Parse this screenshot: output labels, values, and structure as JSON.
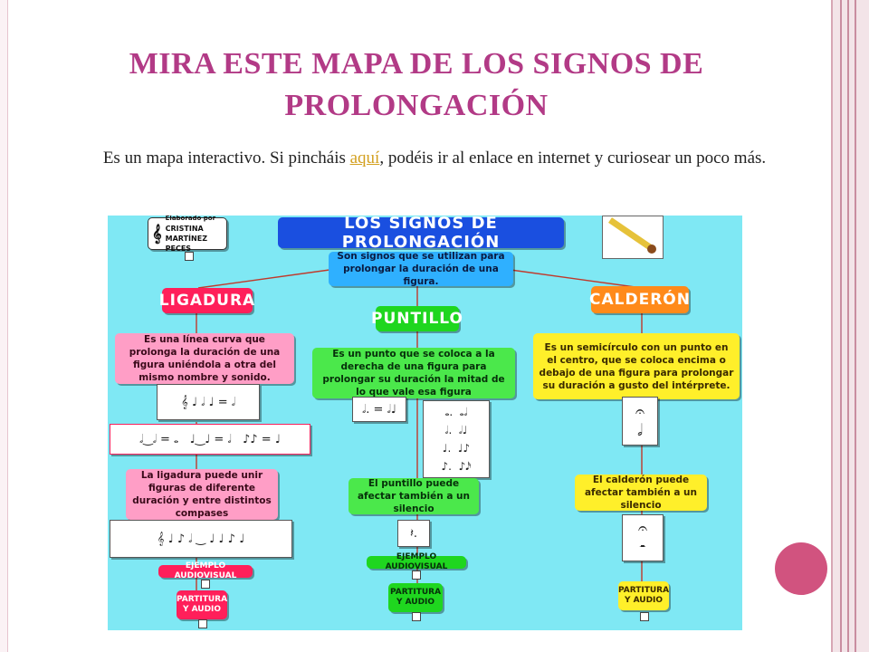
{
  "slide": {
    "title": "MIRA ESTE MAPA DE LOS SIGNOS DE PROLONGACIÓN",
    "text_before": "Es un mapa interactivo. Si pincháis ",
    "link_text": "aquí",
    "text_after": ", podéis ir al enlace en internet y curiosear un poco más."
  },
  "map": {
    "author_label": "Elaborado por",
    "author_name": "CRISTINA MARTÍNEZ PECES",
    "main_title": "LOS SIGNOS DE PROLONGACIÓN",
    "main_desc": "Son signos que se utilizan para prolongar la duración de una figura.",
    "ligadura": {
      "title": "LIGADURA",
      "desc": "Es una línea curva que prolonga la duración de una figura uniéndola a otra del mismo nombre y sonido.",
      "desc2": "La ligadura puede unir figuras de diferente duración y entre distintos compases",
      "video": "EJEMPLO AUDIOVISUAL",
      "score": "PARTITURA Y AUDIO"
    },
    "puntillo": {
      "title": "PUNTILLO",
      "desc": "Es un punto que se coloca a la derecha de una figura para prolongar su duración la mitad de lo que vale esa figura",
      "desc2": "El puntillo puede afectar también a un silencio",
      "video": "EJEMPLO AUDIOVISUAL",
      "score": "PARTITURA Y AUDIO"
    },
    "calderon": {
      "title": "CALDERÓN",
      "desc": "Es un semicírculo con un punto en el centro, que se coloca encima o debajo de una figura para prolongar su duración a gusto del intérprete.",
      "desc2": "El calderón puede afectar también a un silencio",
      "score": "PARTITURA Y AUDIO"
    },
    "colors": {
      "background": "#7fe8f4",
      "main": "#1a4fe0",
      "main_desc": "#2fb0ff",
      "ligadura": "#ff1f5a",
      "ligadura_light": "#ff9ec6",
      "puntillo": "#1fd61f",
      "puntillo_light": "#4be84b",
      "calderon": "#ff8a1a",
      "calderon_light": "#ffef2a"
    }
  }
}
